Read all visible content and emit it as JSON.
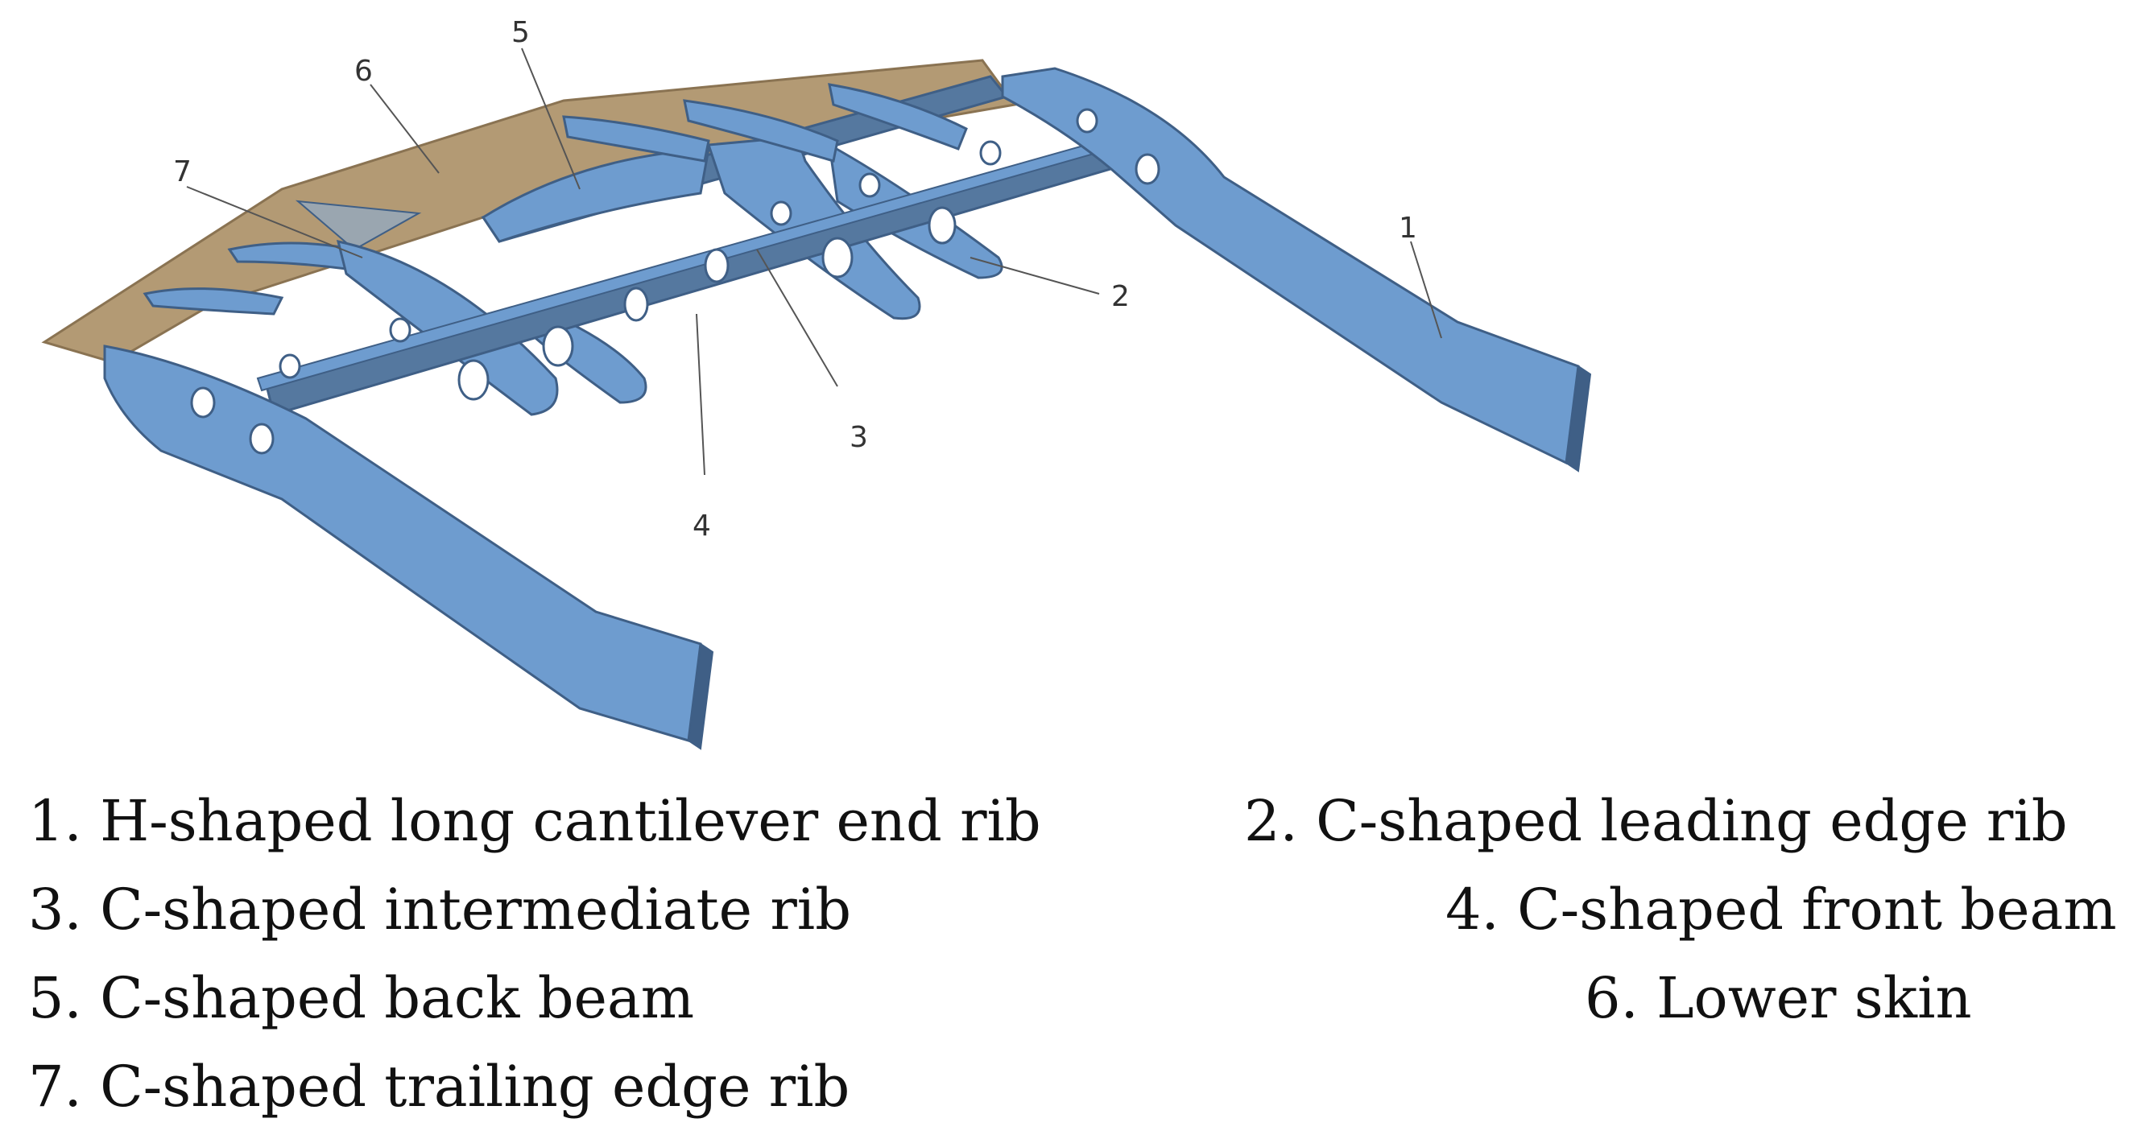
{
  "figure": {
    "colors": {
      "structure": "#6e9ccf",
      "structure_dark": "#3f5f86",
      "structure_shadow": "#55789f",
      "skin": "#b39a74",
      "skin_dark": "#8a7352",
      "hole": "#ffffff"
    },
    "callouts": [
      {
        "id": "1",
        "label": "1"
      },
      {
        "id": "2",
        "label": "2"
      },
      {
        "id": "3",
        "label": "3"
      },
      {
        "id": "4",
        "label": "4"
      },
      {
        "id": "5",
        "label": "5"
      },
      {
        "id": "6",
        "label": "6"
      },
      {
        "id": "7",
        "label": "7"
      }
    ]
  },
  "legend": [
    {
      "number": "1.",
      "text": "H-shaped long cantilever end rib"
    },
    {
      "number": "2.",
      "text": "C-shaped leading edge rib"
    },
    {
      "number": "3.",
      "text": "C-shaped intermediate rib"
    },
    {
      "number": "4.",
      "text": "C-shaped front beam"
    },
    {
      "number": "5.",
      "text": "C-shaped back beam"
    },
    {
      "number": "6.",
      "text": "Lower skin"
    },
    {
      "number": "7.",
      "text": "C-shaped trailing edge rib"
    }
  ]
}
